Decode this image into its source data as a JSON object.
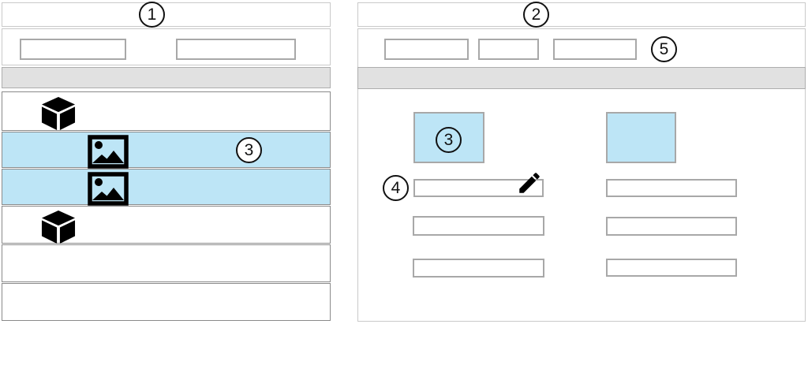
{
  "diagram": {
    "type": "annotated-ui-wireframe",
    "callout_style": "circled-numbers"
  },
  "colors": {
    "highlight_blue": "#bde5f6",
    "toolbar_gray": "#e1e1e1",
    "input_border_gray": "#a8a8a8",
    "row_border_gray": "#8a8a8a",
    "panel_border_gray": "#c9c9c9",
    "ink_black": "#111111"
  },
  "icons": {
    "cube": "cube-3d-icon",
    "image": "image-icon",
    "pencil": "edit-pencil-icon"
  },
  "left_panel": {
    "callout": "1",
    "toolbar": {
      "inputs": [
        {
          "value": ""
        },
        {
          "value": ""
        }
      ]
    },
    "rows": [
      {
        "icon": "cube-3d",
        "highlighted": false
      },
      {
        "icon": "image",
        "highlighted": true,
        "callout": "3"
      },
      {
        "icon": "image",
        "highlighted": true
      },
      {
        "icon": "cube-3d",
        "highlighted": false
      },
      {
        "icon": "",
        "highlighted": false
      },
      {
        "icon": "",
        "highlighted": false
      }
    ]
  },
  "right_panel": {
    "callout": "2",
    "toolbar": {
      "inputs": [
        {
          "value": ""
        },
        {
          "value": ""
        },
        {
          "value": ""
        }
      ],
      "callout": "5"
    },
    "columns": [
      {
        "thumbnail": {
          "highlighted": true,
          "callout": "3"
        },
        "fields": [
          {
            "value": "",
            "editable": true,
            "callout": "4"
          },
          {
            "value": ""
          },
          {
            "value": ""
          }
        ]
      },
      {
        "thumbnail": {
          "highlighted": true
        },
        "fields": [
          {
            "value": ""
          },
          {
            "value": ""
          },
          {
            "value": ""
          }
        ]
      }
    ]
  }
}
